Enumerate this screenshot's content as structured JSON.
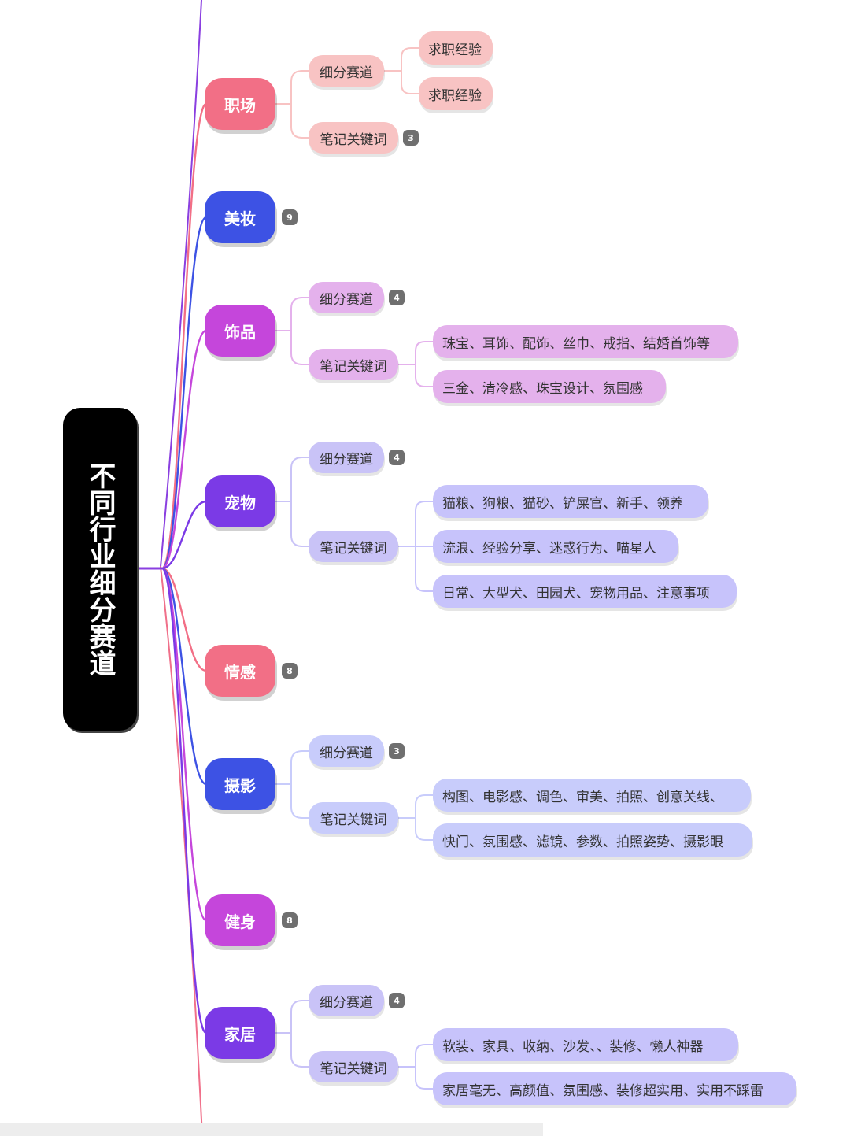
{
  "root": {
    "label": "不同行业细分赛道"
  },
  "categories": [
    {
      "label": "职场",
      "children": [
        {
          "label": "细分赛道",
          "leaves": [
            "求职经验",
            "求职经验"
          ]
        },
        {
          "label": "笔记关键词",
          "badge": "3"
        }
      ]
    },
    {
      "label": "美妆",
      "badge": "9"
    },
    {
      "label": "饰品",
      "children": [
        {
          "label": "细分赛道",
          "badge": "4"
        },
        {
          "label": "笔记关键词",
          "leaves": [
            "珠宝、耳饰、配饰、丝巾、戒指、结婚首饰等",
            "三金、清冷感、珠宝设计、氛围感"
          ]
        }
      ]
    },
    {
      "label": "宠物",
      "children": [
        {
          "label": "细分赛道",
          "badge": "4"
        },
        {
          "label": "笔记关键词",
          "leaves": [
            "猫粮、狗粮、猫砂、铲屎官、新手、领养",
            "流浪、经验分享、迷惑行为、喵星人",
            "日常、大型犬、田园犬、宠物用品、注意事项"
          ]
        }
      ]
    },
    {
      "label": "情感",
      "badge": "8"
    },
    {
      "label": "摄影",
      "children": [
        {
          "label": "细分赛道",
          "badge": "3"
        },
        {
          "label": "笔记关键词",
          "leaves": [
            "构图、电影感、调色、审美、拍照、创意关线、",
            "快门、氛围感、滤镜、参数、拍照姿势、摄影眼"
          ]
        }
      ]
    },
    {
      "label": "健身",
      "badge": "8"
    },
    {
      "label": "家居",
      "children": [
        {
          "label": "细分赛道",
          "badge": "4"
        },
        {
          "label": "笔记关键词",
          "leaves": [
            "软装、家具、收纳、沙发、、装修、懒人神器",
            "家居毫无、高颜值、氛围感、装修超实用、实用不踩雷"
          ]
        }
      ]
    }
  ],
  "colors": {
    "pink": "#f26f86",
    "pink_light": "#f8c3c3",
    "blue": "#3d52e4",
    "magenta": "#c546db",
    "magenta_light": "#e4b1ec",
    "violet": "#7b3ae6",
    "violet_light": "#c9c3f7",
    "periwinkle": "#c8ccfb",
    "lavender": "#c7c3fb",
    "badge": "#6f6f6f"
  }
}
